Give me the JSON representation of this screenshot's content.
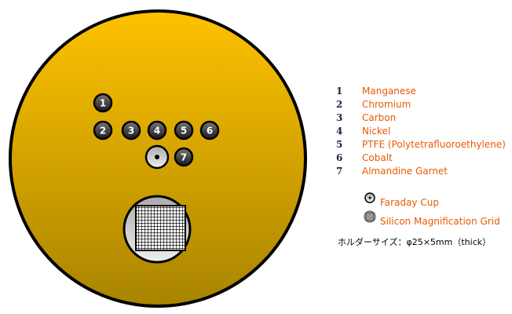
{
  "samples": [
    {
      "number": "1",
      "name": "Manganese"
    },
    {
      "number": "2",
      "name": "Chromium"
    },
    {
      "number": "3",
      "name": "Carbon"
    },
    {
      "number": "4",
      "name": "Nickel"
    },
    {
      "number": "5",
      "name": "PTFE (Polytetrafluoroethylene)"
    },
    {
      "number": "6",
      "name": "Cobalt"
    },
    {
      "number": "7",
      "name": "Almandine Garnet"
    }
  ],
  "faraday_cup": "Faraday Cup",
  "silicon_grid": "Silicon Magnification Grid",
  "holder_size": "ホルダーサイズ：φ25×5mm（thick）",
  "colors": {
    "disk_top": "#ffc200",
    "disk_bottom": "#a88400",
    "label": "#e85a00"
  }
}
